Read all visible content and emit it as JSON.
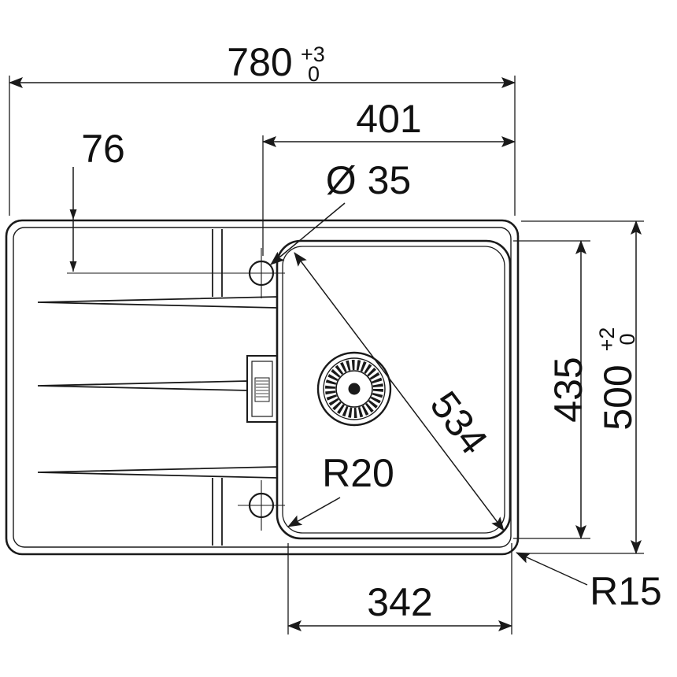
{
  "drawing": {
    "overall_width": {
      "value": "780",
      "tol_plus": "+3",
      "tol_minus": "0"
    },
    "tap_hole_to_right_edge": {
      "value": "401"
    },
    "tap_hole_setback": {
      "value": "76"
    },
    "tap_hole_diameter": {
      "value": "Ø 35"
    },
    "bowl_diagonal": {
      "value": "534"
    },
    "bowl_corner_radius": {
      "value": "R20"
    },
    "bowl_depth": {
      "value": "435"
    },
    "overall_depth": {
      "value": "500",
      "tol_plus": "+2",
      "tol_minus": "0"
    },
    "bowl_width": {
      "value": "342"
    },
    "rim_corner_radius": {
      "value": "R15"
    },
    "colors": {
      "line": "#1a1a1a",
      "background": "#ffffff"
    }
  }
}
